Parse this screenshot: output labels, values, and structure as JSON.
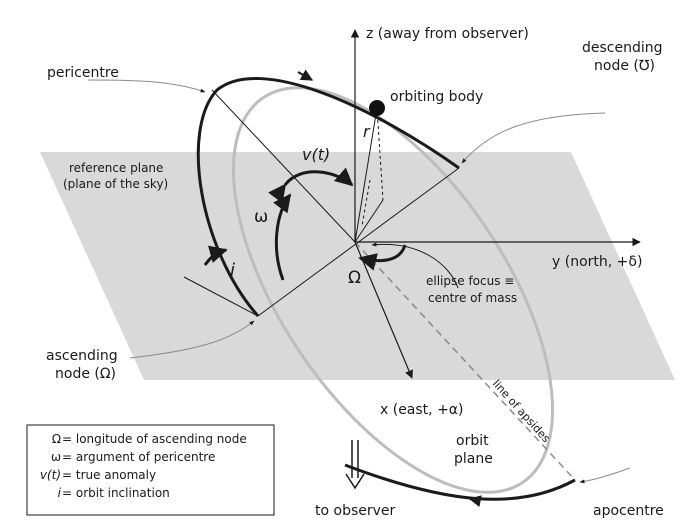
{
  "labels": {
    "z_axis": "z (away from observer)",
    "pericentre": "pericentre",
    "descending_node": "descending",
    "descending_node_2": "node (℧)",
    "orbiting_body": "orbiting body",
    "r": "r",
    "true_anomaly": "v(t)",
    "reference_plane_1": "reference plane",
    "reference_plane_2": "(plane of the sky)",
    "omega_small": "ω",
    "inclination": "i",
    "Omega_big": "Ω",
    "y_axis": "y (north, +δ)",
    "ellipse_focus_1": "ellipse focus ≡",
    "ellipse_focus_2": "centre of mass",
    "ascending_node_1": "ascending",
    "ascending_node_2": "node (Ω)",
    "x_axis": "x (east, +α)",
    "line_of_apsides": "line of apsides",
    "orbit_plane_1": "orbit",
    "orbit_plane_2": "plane",
    "to_observer": "to observer",
    "apocentre": "apocentre"
  },
  "legend": [
    {
      "symbol": "Ω",
      "text": "= longitude of ascending node"
    },
    {
      "symbol": "ω",
      "text": "= argument of pericentre"
    },
    {
      "symbol": "v(t)",
      "text": "= true anomaly"
    },
    {
      "symbol": "i",
      "text": "= orbit inclination"
    }
  ],
  "colors": {
    "reference_plane": "#d6d6d6",
    "orbit_back": "#bdbdbd",
    "ink": "#1a1a1a"
  }
}
